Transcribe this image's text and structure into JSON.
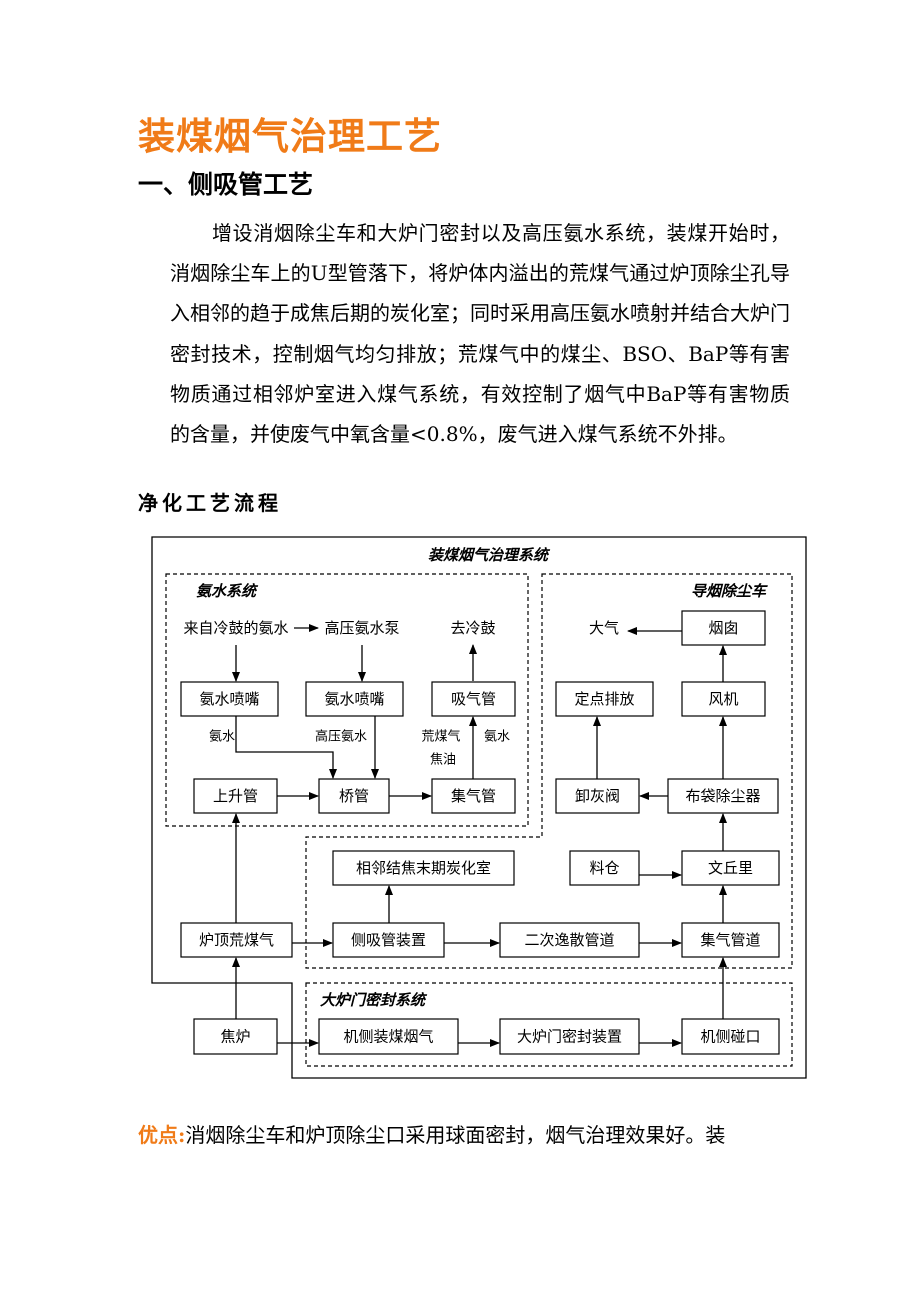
{
  "title": "装煤烟气治理工艺",
  "section1": {
    "heading": "一、侧吸管工艺",
    "paragraph": "增设消烟除尘车和大炉门密封以及高压氨水系统，装煤开始时，消烟除尘车上的U型管落下，将炉体内溢出的荒煤气通过炉顶除尘孔导入相邻的趋于成焦后期的炭化室；同时采用高压氨水喷射并结合大炉门密封技术，控制烟气均匀排放；荒煤气中的煤尘、BSO、BaP等有害物质通过相邻炉室进入煤气系统，有效控制了烟气中BaP等有害物质的含量，并使废气中氧含量<0.8%，废气进入煤气系统不外排。"
  },
  "flow_heading": "净化工艺流程",
  "diagram": {
    "system_title": "装煤烟气治理系统",
    "sections": {
      "ammonia": "氨水系统",
      "dust_car": "导烟除尘车",
      "door_seal": "大炉门密封系统"
    },
    "texts": {
      "from_drum": "来自冷鼓的氨水",
      "hp_pump": "高压氨水泵",
      "to_drum": "去冷鼓",
      "atmosphere": "大气"
    },
    "boxes": {
      "nozzle1": "氨水喷嘴",
      "nozzle2": "氨水喷嘴",
      "suction": "吸气管",
      "riser": "上升管",
      "bridge": "桥管",
      "collector": "集气管",
      "chimney": "烟囱",
      "fixed_discharge": "定点排放",
      "fan": "风机",
      "ash_valve": "卸灰阀",
      "baghouse": "布袋除尘器",
      "adjacent_chamber": "相邻结焦末期炭化室",
      "silo": "料仓",
      "venturi": "文丘里",
      "top_gas": "炉顶荒煤气",
      "side_suction": "侧吸管装置",
      "secondary_pipe": "二次逸散管道",
      "gas_pipe": "集气管道",
      "oven": "焦炉",
      "machine_smoke": "机侧装煤烟气",
      "door_device": "大炉门密封装置",
      "machine_mouth": "机侧碰口"
    },
    "labels": {
      "ammonia_water": "氨水",
      "hp_ammonia": "高压氨水",
      "crude_gas": "荒煤气",
      "tar": "焦油",
      "ammonia_water2": "氨水"
    }
  },
  "advantage": {
    "label": "优点:",
    "text": "消烟除尘车和炉顶除尘口采用球面密封，烟气治理效果好。装"
  }
}
